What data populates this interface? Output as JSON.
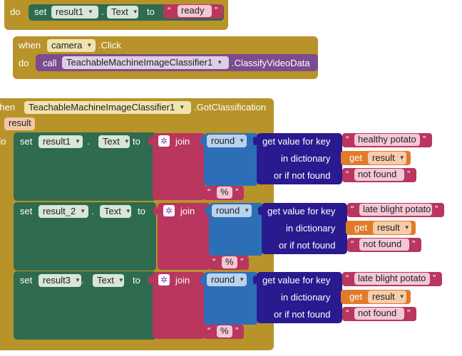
{
  "colors": {
    "event": "#b8932a",
    "component_set": "#2e6b4f",
    "component_call": "#7b4c8e",
    "text": "#b9365f",
    "math": "#2c6fb6",
    "dict": "#2a1a8f",
    "variable": "#e07b2a",
    "light_pill": "#d8e6d8"
  },
  "top_block": {
    "do_label": "do",
    "set_label": "set",
    "component": "result1",
    "dot": ".",
    "property": "Text",
    "to_label": "to",
    "value": "ready"
  },
  "camera_block": {
    "when_label": "when",
    "component": "camera",
    "event": ".Click",
    "do_label": "do",
    "call_label": "call",
    "target": "TeachableMachineImageClassifier1",
    "method": ".ClassifyVideoData"
  },
  "classification_block": {
    "when_label": "when",
    "component": "TeachableMachineImageClassifier1",
    "event": ".GotClassification",
    "param": "result",
    "do_label": "do",
    "rows": [
      {
        "set_label": "set",
        "component": "result1",
        "dot": ".",
        "property": "Text",
        "to_label": "to",
        "join_label": "join",
        "round_label": "round",
        "get_value_label": "get value for key",
        "key": "healthy potato",
        "in_dict_label": "in dictionary",
        "get_label": "get",
        "var": "result",
        "not_found_label": "or if not found",
        "not_found_value": "not found",
        "suffix": "%"
      },
      {
        "set_label": "set",
        "component": "result_2",
        "dot": ".",
        "property": "Text",
        "to_label": "to",
        "join_label": "join",
        "round_label": "round",
        "get_value_label": "get value for key",
        "key": "late blight potato",
        "in_dict_label": "in dictionary",
        "get_label": "get",
        "var": "result",
        "not_found_label": "or if not found",
        "not_found_value": "not found",
        "suffix": "%"
      },
      {
        "set_label": "set",
        "component": "result3",
        "dot": ".",
        "property": "Text",
        "to_label": "to",
        "join_label": "join",
        "round_label": "round",
        "get_value_label": "get value for key",
        "key": "late blight potato",
        "in_dict_label": "in dictionary",
        "get_label": "get",
        "var": "result",
        "not_found_label": "or if not found",
        "not_found_value": "not found",
        "suffix": "%"
      }
    ]
  },
  "icons": {
    "dropdown": "chevron-down-icon",
    "mutator": "gear-icon"
  }
}
